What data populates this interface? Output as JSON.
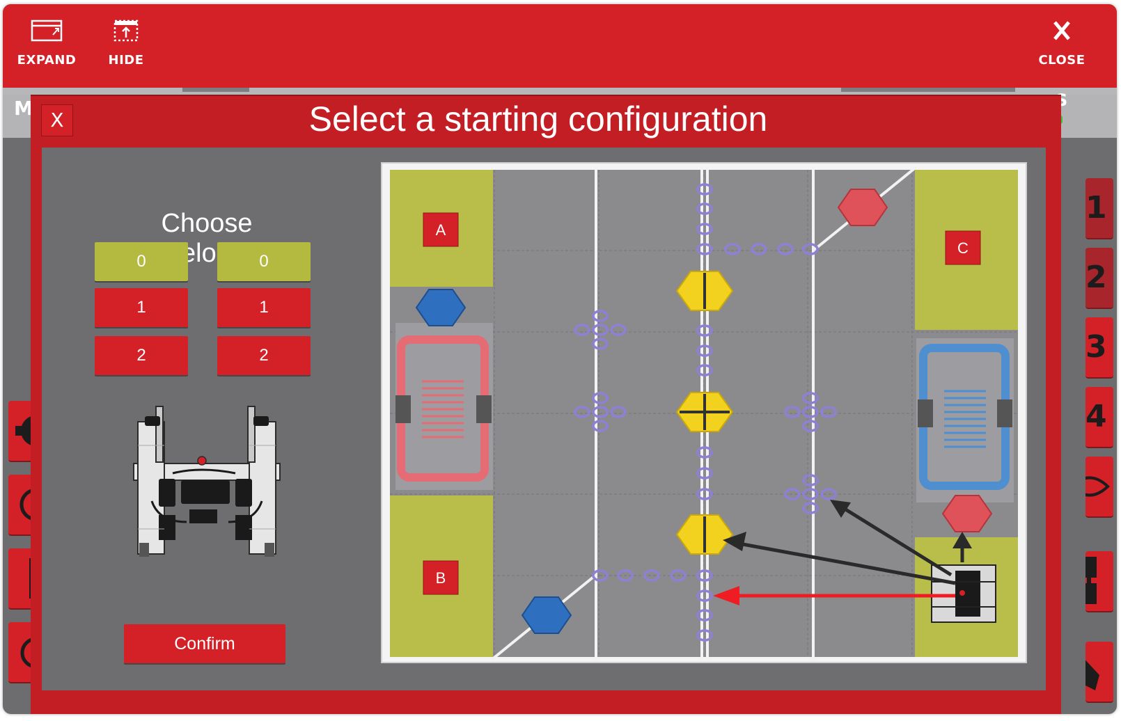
{
  "toolbar": {
    "expand_label": "EXPAND",
    "hide_label": "HIDE",
    "close_label": "CLOSE"
  },
  "background": {
    "left_letter": "M",
    "right_letter": "S",
    "right_buttons": [
      "1",
      "2",
      "3",
      "4"
    ]
  },
  "modal": {
    "title": "Select a starting configuration",
    "close_label": "X",
    "preloads_title": "Choose Preloads",
    "preload_columns": [
      {
        "options": [
          "0",
          "1",
          "2"
        ],
        "selected": "0"
      },
      {
        "options": [
          "0",
          "1",
          "2"
        ],
        "selected": "0"
      }
    ],
    "confirm_label": "Confirm"
  },
  "field": {
    "start_positions": [
      "A",
      "B",
      "C"
    ]
  },
  "colors": {
    "brand_red": "#d42127",
    "dark_red": "#c41e25",
    "selected_green": "#b4b93f",
    "panel_gray": "#6e6e71",
    "zone_green": "#b9bd4a",
    "ring_purple": "#8f80d6",
    "goal_yellow": "#f2d21f",
    "goal_red": "#e0525a",
    "goal_blue": "#2f6fbf",
    "path_red": "#ef1c24",
    "path_dark": "#2a2a2a"
  }
}
